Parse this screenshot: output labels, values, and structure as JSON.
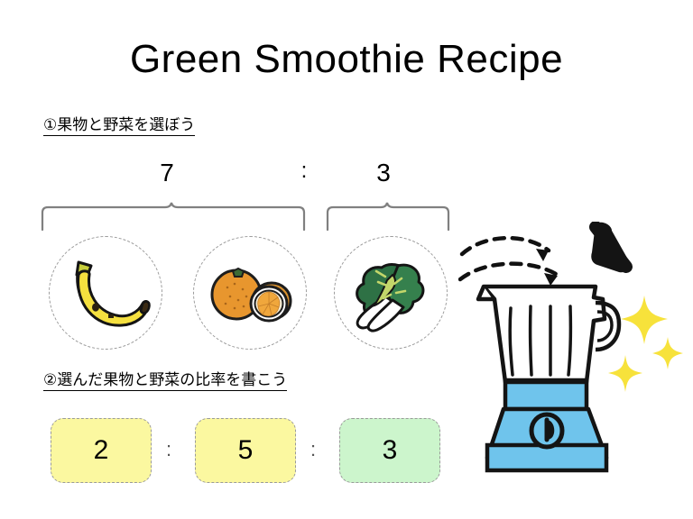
{
  "slide": {
    "title": "Green Smoothie Recipe",
    "background_color": "#ffffff"
  },
  "sections": [
    {
      "id": "step-1",
      "heading": "①果物と野菜を選ぼう"
    },
    {
      "id": "step-2",
      "heading": "②選んだ果物と野菜の比率を書こう"
    }
  ],
  "target_ratio": {
    "fruit_value": "7",
    "separator": ":",
    "vegetable_value": "3",
    "brace_left_label": "fruit-group-brace",
    "brace_right_label": "vegetable-group-brace"
  },
  "ingredients": [
    {
      "id": "banana",
      "icon": "banana-icon",
      "group": "fruit",
      "fill_color": "#F2DC3C"
    },
    {
      "id": "orange",
      "icon": "orange-icon",
      "group": "fruit",
      "fill_color": "#E8962E"
    },
    {
      "id": "vegetable",
      "icon": "bok-choy-icon",
      "group": "vegetable",
      "fill_color": "#2E7145"
    }
  ],
  "answer_row": {
    "boxes": [
      {
        "id": "answer-1",
        "value": "2",
        "color": "#FBF8A0"
      },
      {
        "id": "answer-2",
        "value": "5",
        "color": "#FBF8A0"
      },
      {
        "id": "answer-3",
        "value": "3",
        "color": "#CCF5CC"
      }
    ],
    "separators": [
      ":",
      ":"
    ]
  },
  "blender": {
    "icon": "blender-icon",
    "base_color": "#6FC4EC",
    "lid_color": "#1a1a1a",
    "sparkle_color": "#F7E23B",
    "arrows_count": 3,
    "arrow_style": "dashed-curved"
  },
  "chart_data": {
    "type": "bar",
    "title": "Green Smoothie Recipe",
    "categories": [
      "banana",
      "orange",
      "vegetable"
    ],
    "values": [
      2,
      5,
      3
    ],
    "series": [
      {
        "name": "target_ratio",
        "categories": [
          "fruit",
          "vegetable"
        ],
        "values": [
          7,
          3
        ]
      },
      {
        "name": "chosen_ratio",
        "categories": [
          "banana",
          "orange",
          "vegetable"
        ],
        "values": [
          2,
          5,
          3
        ]
      }
    ],
    "xlabel": "",
    "ylabel": "",
    "grid": false,
    "legend": "none"
  }
}
